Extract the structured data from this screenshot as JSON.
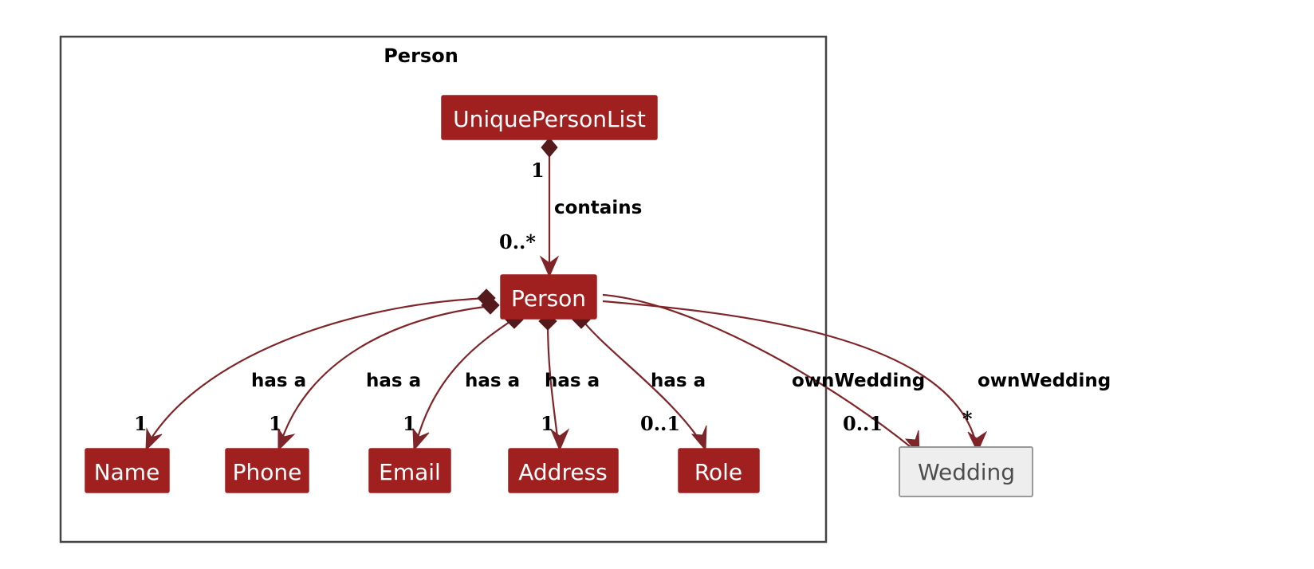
{
  "diagram": {
    "type": "uml-class-diagram",
    "package": {
      "name": "Person"
    },
    "classes": [
      {
        "id": "uniquepersonlist",
        "label": "UniquePersonList",
        "style": "internal",
        "fill": "#A02020",
        "text_color": "#FFFFFF"
      },
      {
        "id": "person",
        "label": "Person",
        "style": "internal",
        "fill": "#A02020",
        "text_color": "#FFFFFF"
      },
      {
        "id": "name",
        "label": "Name",
        "style": "internal",
        "fill": "#A02020",
        "text_color": "#FFFFFF"
      },
      {
        "id": "phone",
        "label": "Phone",
        "style": "internal",
        "fill": "#A02020",
        "text_color": "#FFFFFF"
      },
      {
        "id": "email",
        "label": "Email",
        "style": "internal",
        "fill": "#A02020",
        "text_color": "#FFFFFF"
      },
      {
        "id": "address",
        "label": "Address",
        "style": "internal",
        "fill": "#A02020",
        "text_color": "#FFFFFF"
      },
      {
        "id": "role",
        "label": "Role",
        "style": "internal",
        "fill": "#A02020",
        "text_color": "#FFFFFF"
      },
      {
        "id": "wedding",
        "label": "Wedding",
        "style": "external",
        "fill": "#EEEEEE",
        "text_color": "#4D4D4D"
      }
    ],
    "relationships": [
      {
        "id": "r1",
        "from": "uniquepersonlist",
        "to": "person",
        "label": "contains",
        "source_multiplicity": "1",
        "target_multiplicity": "0..*"
      },
      {
        "id": "r2",
        "from": "person",
        "to": "name",
        "label": "has a",
        "source_multiplicity": "",
        "target_multiplicity": "1"
      },
      {
        "id": "r3",
        "from": "person",
        "to": "phone",
        "label": "has a",
        "source_multiplicity": "",
        "target_multiplicity": "1"
      },
      {
        "id": "r4",
        "from": "person",
        "to": "email",
        "label": "has a",
        "source_multiplicity": "",
        "target_multiplicity": "1"
      },
      {
        "id": "r5",
        "from": "person",
        "to": "address",
        "label": "has a",
        "source_multiplicity": "",
        "target_multiplicity": "1"
      },
      {
        "id": "r6",
        "from": "person",
        "to": "role",
        "label": "has a",
        "source_multiplicity": "",
        "target_multiplicity": "0..1"
      },
      {
        "id": "r7",
        "from": "person",
        "to": "wedding",
        "label": "ownWedding",
        "source_multiplicity": "",
        "target_multiplicity": "0..1"
      },
      {
        "id": "r8",
        "from": "person",
        "to": "wedding",
        "label": "ownWedding",
        "source_multiplicity": "",
        "target_multiplicity": "*"
      }
    ],
    "colors": {
      "internal_fill": "#A02020",
      "internal_border": "#A02020",
      "external_fill": "#EEEEEE",
      "external_border": "#999999",
      "link": "#7F2529",
      "diamond": "#551A1C",
      "package_border": "#444444",
      "background": "#FFFFFF"
    }
  }
}
